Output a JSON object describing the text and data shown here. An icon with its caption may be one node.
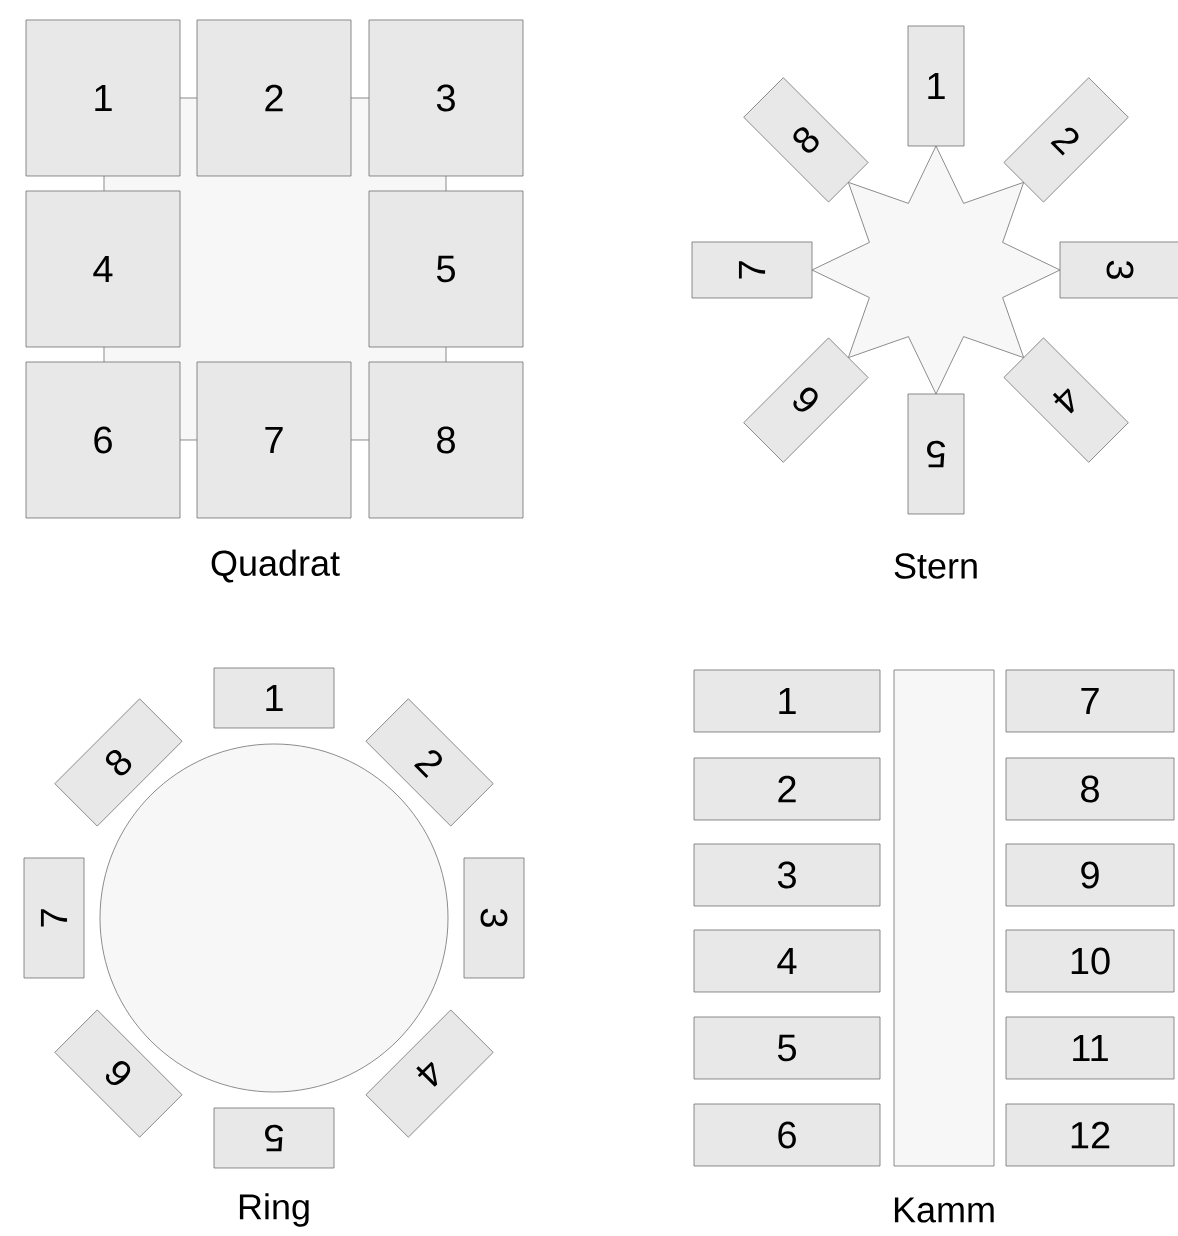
{
  "diagram": {
    "nodes": [
      {
        "text": [],
        "shape": "box"
      },
      {
        "text": [
          "1"
        ]
      },
      {
        "text": [
          "2"
        ]
      },
      {
        "text": [
          "3"
        ]
      },
      {
        "text": [
          "4"
        ]
      },
      {
        "text": [
          "5"
        ]
      },
      {
        "text": [
          "6"
        ]
      },
      {
        "text": [
          "7"
        ]
      },
      {
        "text": [
          "8"
        ]
      },
      {
        "text": [],
        "shape": "star"
      },
      {
        "text": [
          "1"
        ]
      },
      {
        "text": [
          "2"
        ]
      },
      {
        "text": [
          "3"
        ]
      },
      {
        "text": [
          "4"
        ]
      },
      {
        "text": [
          "5"
        ]
      },
      {
        "text": [
          "6"
        ]
      },
      {
        "text": [
          "7"
        ]
      },
      {
        "text": [
          "8"
        ]
      },
      {
        "text": [],
        "shape": "circle"
      },
      {
        "text": [
          "1"
        ]
      },
      {
        "text": [
          "2"
        ]
      },
      {
        "text": [
          "3"
        ]
      },
      {
        "text": [
          "4"
        ]
      },
      {
        "text": [
          "5"
        ]
      },
      {
        "text": [
          "6"
        ]
      },
      {
        "text": [
          "7"
        ]
      },
      {
        "text": [
          "8"
        ]
      },
      {
        "text": [],
        "shape": "bar"
      },
      {
        "text": [
          "1"
        ]
      },
      {
        "text": [
          "2"
        ]
      },
      {
        "text": [
          "3"
        ]
      },
      {
        "text": [
          "4"
        ]
      },
      {
        "text": [
          "5"
        ]
      },
      {
        "text": [
          "6"
        ]
      },
      {
        "text": [
          "7"
        ]
      },
      {
        "text": [
          "8"
        ]
      },
      {
        "text": [
          "9"
        ]
      },
      {
        "text": [
          "10"
        ]
      },
      {
        "text": [
          "11"
        ]
      },
      {
        "text": [
          "12"
        ]
      }
    ],
    "labels": [
      "Quadrat",
      "Stern",
      "Ring",
      "Kamm"
    ]
  }
}
